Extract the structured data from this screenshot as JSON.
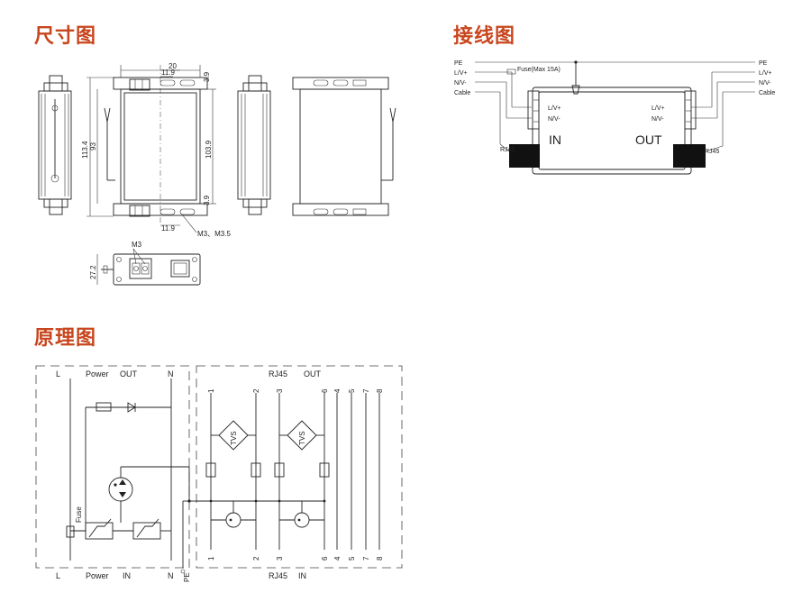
{
  "sections": {
    "dimension": "尺寸图",
    "wiring": "接线图",
    "schematic": "原理图"
  },
  "dimension_labels": {
    "w20": "20",
    "w11_9_top": "11.9",
    "d3_9_top": "3.9",
    "h113_4": "113.4",
    "h93": "93",
    "h103_9": "103.9",
    "d3_9_bottom": "3.9",
    "w11_9_bottom": "11.9",
    "screw": "M3、M3.5",
    "m3": "M3",
    "h27_2": "27.2"
  },
  "wiring": {
    "left_pe": "PE",
    "left_l": "L/V+",
    "left_n": "N/V-",
    "left_cable": "Cable",
    "fuse": "Fuse(Max 15A)",
    "right_pe": "PE",
    "right_l": "L/V+",
    "right_n": "N/V-",
    "right_cable": "Cable",
    "term_in_l": "L/V+",
    "term_in_n": "N/V-",
    "term_out_l": "L/V+",
    "term_out_n": "N/V-",
    "in": "IN",
    "out": "OUT",
    "rj45_left": "RJ45",
    "rj45_right": "RJ45"
  },
  "schematic": {
    "top_l": "L",
    "top_power": "Power",
    "top_out": "OUT",
    "top_n": "N",
    "top_rj45": "RJ45",
    "top_out2": "OUT",
    "bot_l": "L",
    "bot_power": "Power",
    "bot_in": "IN",
    "bot_n": "N",
    "bot_rj45": "RJ45",
    "bot_in2": "IN",
    "pe": "PE",
    "fuse": "Fuse",
    "tvs": "TVS",
    "pins_top": [
      "1",
      "2",
      "3",
      "6",
      "4",
      "5",
      "7",
      "8"
    ],
    "pins_bottom": [
      "1",
      "2",
      "3",
      "6",
      "4",
      "5",
      "7",
      "8"
    ]
  },
  "colors": {
    "title": "#c8461e",
    "line": "#222222"
  }
}
